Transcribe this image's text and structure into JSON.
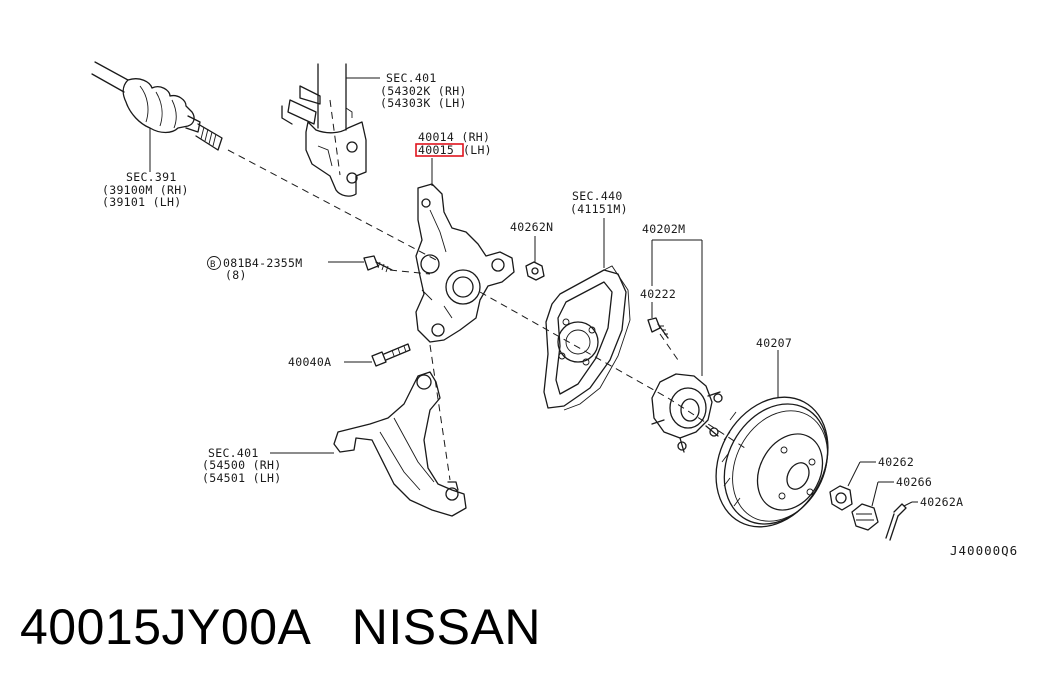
{
  "labels": {
    "strut_sec": "SEC.401",
    "strut_rh": "(54302K (RH)",
    "strut_lh": "(54303K (LH)",
    "knuckle_rh": "40014 (RH)",
    "knuckle_lh_part": "40015",
    "knuckle_lh_suffix": "(LH)",
    "shaft_sec": "SEC.391",
    "shaft_rh": "(39100M (RH)",
    "shaft_lh": "(39101  (LH)",
    "bolt_prefix": "B",
    "bolt_code": "081B4-2355M",
    "bolt_qty": "(8)",
    "nut_40262n": "40262N",
    "plate_sec": "SEC.440",
    "plate_part": "(41151M)",
    "hub_assy": "40202M",
    "hub_bolt": "40222",
    "bolt_40040a": "40040A",
    "rotor": "40207",
    "arm_sec": "SEC.401",
    "arm_rh": "(54500 (RH)",
    "arm_lh": "(54501 (LH)",
    "nut_40262": "40262",
    "cap_40266": "40266",
    "pin_40262a": "40262A"
  },
  "footer_code": "J40000Q6",
  "caption": "40015JY00A   NISSAN",
  "highlight_color": "#e0141e"
}
